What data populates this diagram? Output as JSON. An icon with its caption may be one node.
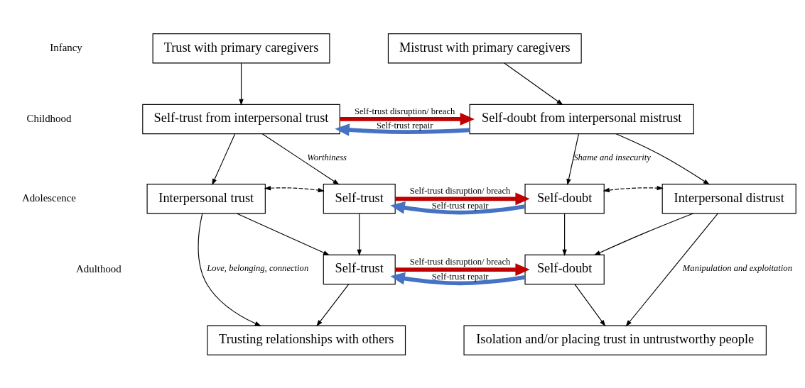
{
  "diagram": {
    "nodes": [
      {
        "text": [
          "Trust with primary caregivers"
        ]
      },
      {
        "text": [
          "Mistrust with primary caregivers"
        ]
      },
      {
        "text": [
          "Self-trust from interpersonal trust"
        ]
      },
      {
        "text": [
          "Self-doubt from interpersonal mistrust"
        ]
      },
      {
        "text": [
          "Interpersonal trust"
        ]
      },
      {
        "text": [
          "Self-trust"
        ]
      },
      {
        "text": [
          "Self-doubt"
        ]
      },
      {
        "text": [
          "Interpersonal distrust"
        ]
      },
      {
        "text": [
          "Self-trust"
        ]
      },
      {
        "text": [
          "Self-doubt"
        ]
      },
      {
        "text": [
          "Trusting relationships with others"
        ]
      },
      {
        "text": [
          "Isolation and/or placing trust in untrustworthy people"
        ]
      }
    ],
    "edges": [
      {
        "from": 0,
        "to": 2,
        "arrow": "to"
      },
      {
        "from": 1,
        "to": 3,
        "arrow": "to"
      },
      {
        "from": 2,
        "to": 3,
        "arrow": "to",
        "label": "Self-trust disruption/ breach",
        "style": "thick",
        "color": "#c00000"
      },
      {
        "from": 3,
        "to": 2,
        "arrow": "to",
        "label": "Self-trust repair",
        "style": "thick",
        "color": "#4472c4"
      },
      {
        "from": 2,
        "to": 4,
        "arrow": "to"
      },
      {
        "from": 2,
        "to": 5,
        "arrow": "to",
        "label": "Worthiness"
      },
      {
        "from": 3,
        "to": 6,
        "arrow": "to",
        "label": "Shame and insecurity"
      },
      {
        "from": 3,
        "to": 7,
        "arrow": "to"
      },
      {
        "from": 4,
        "to": 5,
        "arrow": "both",
        "style": "dashed"
      },
      {
        "from": 5,
        "to": 6,
        "arrow": "to",
        "label": "Self-trust disruption/ breach",
        "style": "thick",
        "color": "#c00000"
      },
      {
        "from": 6,
        "to": 5,
        "arrow": "to",
        "label": "Self-trust repair",
        "style": "thick",
        "color": "#4472c4"
      },
      {
        "from": 6,
        "to": 7,
        "arrow": "both",
        "style": "dashed"
      },
      {
        "from": 4,
        "to": 8,
        "arrow": "to"
      },
      {
        "from": 5,
        "to": 8,
        "arrow": "to"
      },
      {
        "from": 6,
        "to": 9,
        "arrow": "to"
      },
      {
        "from": 7,
        "to": 9,
        "arrow": "to"
      },
      {
        "from": 8,
        "to": 9,
        "arrow": "to",
        "label": "Self-trust disruption/ breach",
        "style": "thick",
        "color": "#c00000"
      },
      {
        "from": 9,
        "to": 8,
        "arrow": "to",
        "label": "Self-trust repair",
        "style": "thick",
        "color": "#4472c4"
      },
      {
        "from": 4,
        "to": 10,
        "arrow": "to",
        "label": "Love, belonging, connection"
      },
      {
        "from": 8,
        "to": 10,
        "arrow": "to"
      },
      {
        "from": 9,
        "to": 11,
        "arrow": "to"
      },
      {
        "from": 7,
        "to": 11,
        "arrow": "to",
        "label": "Manipulation and exploitation"
      }
    ],
    "labels": [
      "Infancy",
      "Childhood",
      "Adolescence",
      "Adulthood"
    ]
  }
}
